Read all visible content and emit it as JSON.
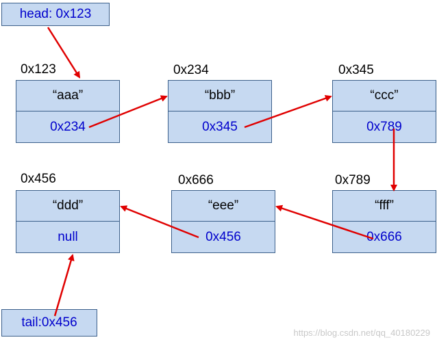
{
  "head_pointer": {
    "label": "head: 0x123"
  },
  "tail_pointer": {
    "label": "tail:0x456"
  },
  "nodes": [
    {
      "address": "0x123",
      "value": "“aaa”",
      "next": "0x234"
    },
    {
      "address": "0x234",
      "value": "“bbb”",
      "next": "0x345"
    },
    {
      "address": "0x345",
      "value": "“ccc”",
      "next": "0x789"
    },
    {
      "address": "0x456",
      "value": "“ddd”",
      "next": "null"
    },
    {
      "address": "0x666",
      "value": "“eee”",
      "next": "0x456"
    },
    {
      "address": "0x789",
      "value": "“fff”",
      "next": "0x666"
    }
  ],
  "watermark": "https://blog.csdn.net/qq_40180229",
  "colors": {
    "node_fill": "#c6d9f1",
    "node_border": "#3b5f8a",
    "pointer_text": "#0000cc",
    "arrow": "#e00000"
  }
}
